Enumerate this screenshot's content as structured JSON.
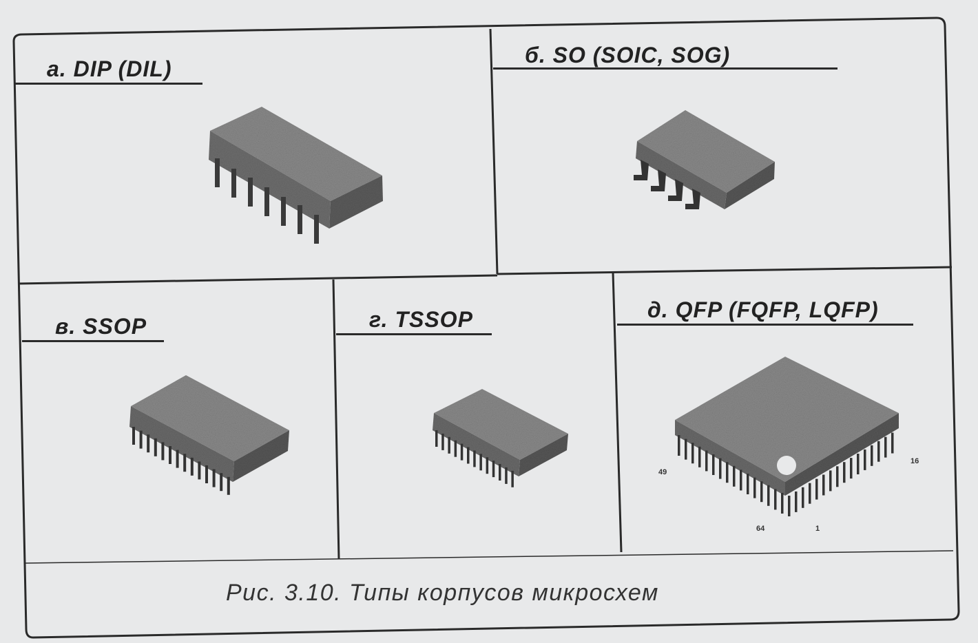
{
  "panels": {
    "dip": {
      "label": "а. DIP (DIL)"
    },
    "so": {
      "label": "б. SO (SOIC, SOG)"
    },
    "ssop": {
      "label": "в. SSOP"
    },
    "tssop": {
      "label": "г. TSSOP"
    },
    "qfp": {
      "label": "д. QFP (FQFP, LQFP)"
    }
  },
  "qfp_pin_numbers": {
    "left": "49",
    "right": "16",
    "bottom_left": "64",
    "bottom_right": "1"
  },
  "caption": "Рис. 3.10. Типы корпусов микросхем",
  "colors": {
    "paper": "#e8e9ea",
    "ink": "#2a2a2a",
    "chip_body": "#8a8a8a"
  }
}
